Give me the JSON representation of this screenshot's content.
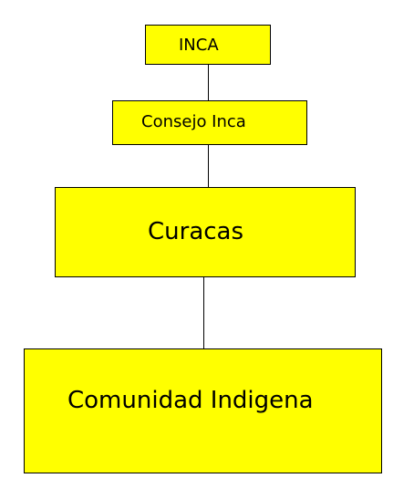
{
  "diagram": {
    "nodes": [
      {
        "id": "inca",
        "label": "INCA"
      },
      {
        "id": "consejo",
        "label": "Consejo Inca"
      },
      {
        "id": "curacas",
        "label": "Curacas"
      },
      {
        "id": "comunidad",
        "label": "Comunidad Indigena"
      }
    ],
    "edges": [
      {
        "from": "inca",
        "to": "consejo"
      },
      {
        "from": "consejo",
        "to": "curacas"
      },
      {
        "from": "curacas",
        "to": "comunidad"
      }
    ],
    "colors": {
      "box_fill": "#ffff00",
      "box_border": "#000000",
      "text": "#000000",
      "connector": "#000000",
      "background": "#ffffff"
    }
  }
}
